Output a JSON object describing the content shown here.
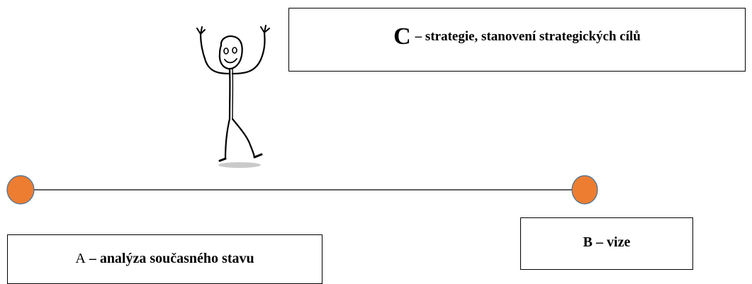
{
  "box_c": {
    "letter": "C",
    "text": "– strategie, stanovení strategických cílů"
  },
  "box_b": {
    "text": "B – vize"
  },
  "box_a": {
    "letter": "A",
    "text": "– analýza současného stavu"
  },
  "colors": {
    "node_fill": "#ed7d31",
    "node_stroke": "#41719c",
    "line": "#000000",
    "box_border": "#000000"
  },
  "icons": [
    "stick-figure-cheering-icon"
  ]
}
